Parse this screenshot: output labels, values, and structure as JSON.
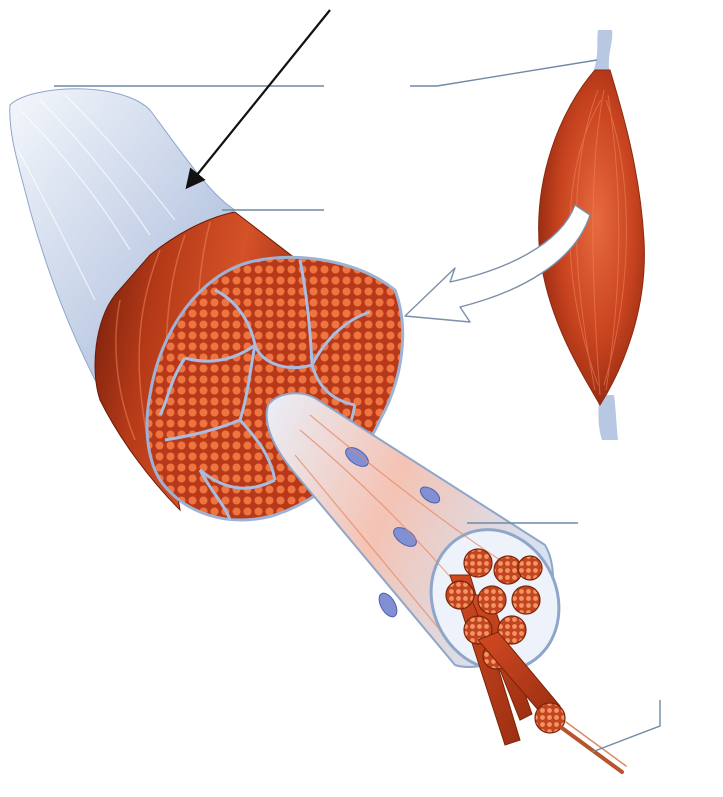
{
  "diagram": {
    "subject": "muscle-structure",
    "palette": {
      "muscle_dark": "#8e2a12",
      "muscle": "#c4431f",
      "muscle_light": "#e0623a",
      "fascicle_dot": "#f0793f",
      "connective": "#c9d6ea",
      "connective_edge": "#8fa6c9",
      "nucleus": "#7f8fd0",
      "leader_line": "#6f8aa8",
      "arrow": "#111111"
    },
    "parts": [
      {
        "id": "whole-muscle",
        "label": ""
      },
      {
        "id": "tendon",
        "label": ""
      },
      {
        "id": "epimysium",
        "label": ""
      },
      {
        "id": "fascicle",
        "label": ""
      },
      {
        "id": "perimysium",
        "label": ""
      },
      {
        "id": "muscle-fiber",
        "label": ""
      },
      {
        "id": "myofibril",
        "label": ""
      }
    ]
  }
}
